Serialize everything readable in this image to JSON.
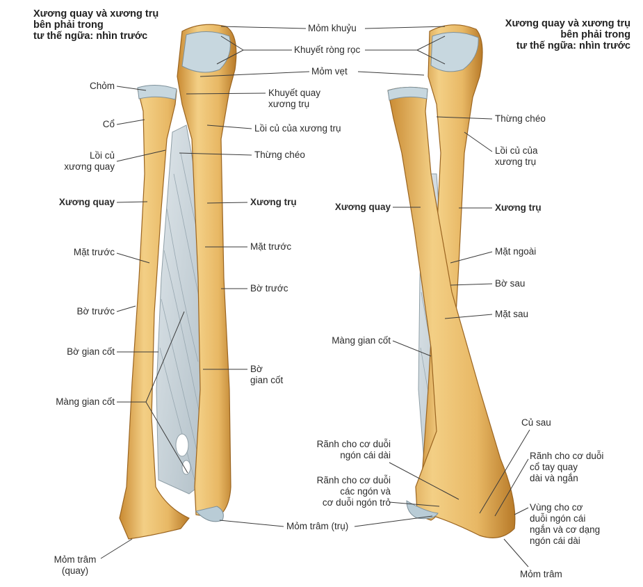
{
  "titles": {
    "left": [
      "Xương quay và xương trụ",
      "bên phải trong",
      "tư thế ngữa: nhìn trước"
    ],
    "right": [
      "Xương quay và xương trụ",
      "bên phải trong",
      "tư thế ngữa: nhìn trước"
    ]
  },
  "labels": {
    "mom_khuyu": "Mỏm khuỷu",
    "khuyet_rong_roc": "Khuyết ròng rọc",
    "mom_vet": "Mỏm vẹt",
    "khuyet_quay": [
      "Khuyết quay",
      "xương trụ"
    ],
    "loi_cu_xuong_tru": "Lồi củ của xương trụ",
    "thung_cheo_left": "Thừng chéo",
    "chom": "Chỏm",
    "co": "Cổ",
    "loi_cu_xuong_quay": [
      "Lồi củ",
      "xương quay"
    ],
    "xuong_quay_left": "Xương quay",
    "xuong_tru_left": "Xương trụ",
    "mat_truoc_right_side": "Mặt trước",
    "mat_truoc_left_side": "Mặt trước",
    "bo_truoc_right_side": "Bờ trước",
    "bo_truoc_left_side": "Bờ trước",
    "bo_gian_cot_left_side": "Bờ gian cốt",
    "bo_gian_cot_right_side": [
      "Bờ",
      "gian cốt"
    ],
    "mang_gian_cot_left": "Màng gian cốt",
    "mom_tram_quay": [
      "Mỏm trâm",
      "(quay)"
    ],
    "mom_tram_tru": "Mỏm trâm (trụ)",
    "thung_cheo_right": "Thừng chéo",
    "loi_cu_xuong_tru_right": [
      "Lồi củ của",
      "xương trụ"
    ],
    "xuong_quay_right": "Xương quay",
    "xuong_tru_right": "Xương trụ",
    "mat_ngoai": "Mặt ngoài",
    "bo_sau": "Bờ sau",
    "mat_sau": "Mặt sau",
    "mang_gian_cot_right": "Màng gian cốt",
    "cu_sau": "Củ sau",
    "ranh_duoi_ngon_cai_dai": [
      "Rãnh cho cơ duỗi",
      "ngón cái dài"
    ],
    "ranh_duoi_cac_ngon": [
      "Rãnh cho cơ duỗi",
      "các ngón và",
      "cơ duỗi ngón trỏ"
    ],
    "ranh_duoi_co_tay": [
      "Rãnh cho cơ duỗi",
      "cổ tay quay",
      "dài và ngắn"
    ],
    "vung_duoi_ngon_cai": [
      "Vùng cho cơ",
      "duỗi ngón cái",
      "ngắn và cơ dạng",
      "ngón cái dài"
    ],
    "mom_tram_right": "Mỏm trâm"
  },
  "colors": {
    "bone": "#e8b865",
    "bone_shade": "#c98a32",
    "bone_light": "#f6dca0",
    "cartilage": "#b9ccd6",
    "membrane": "#c9d3d9",
    "line": "#3a3a3a"
  }
}
